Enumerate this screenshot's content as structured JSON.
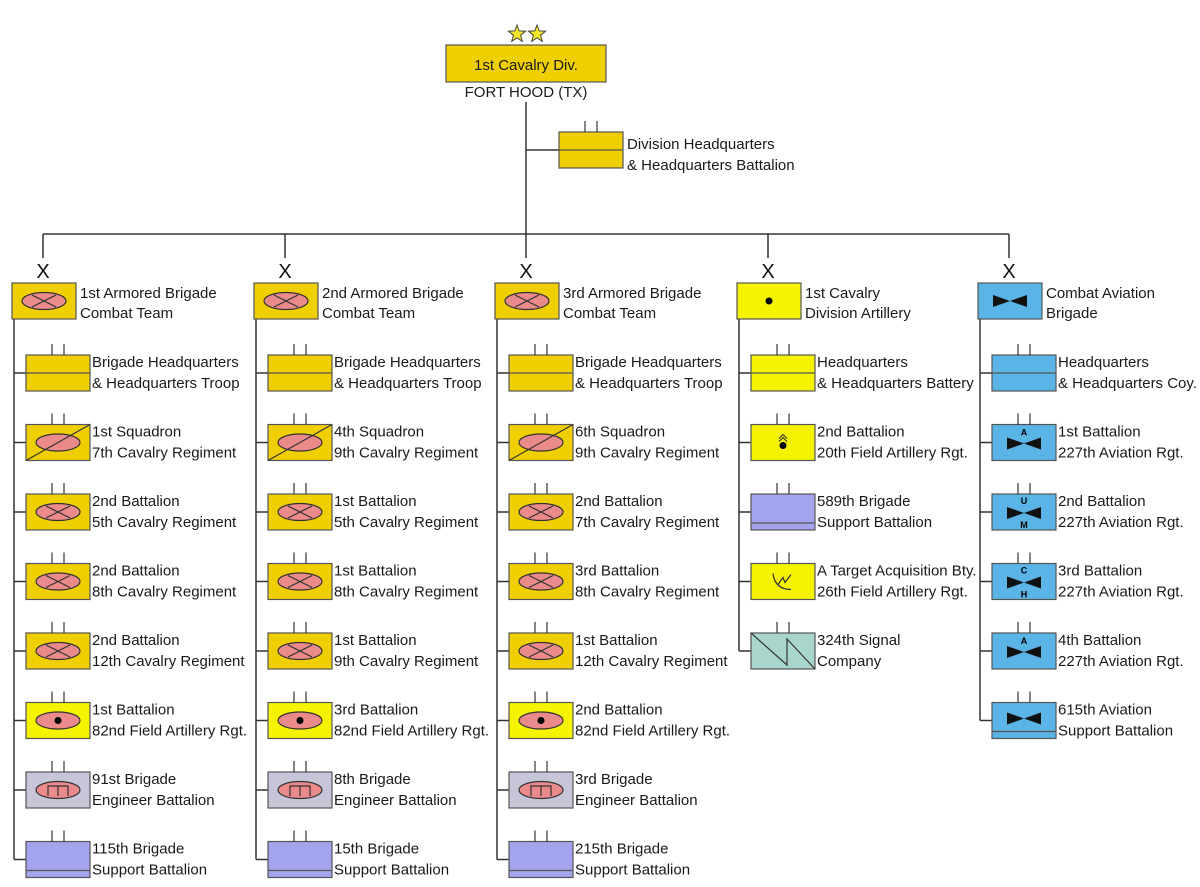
{
  "division": {
    "name": "1st Cavalry Div.",
    "location": "FORT HOOD (TX)",
    "hq": [
      "Division Headquarters",
      "& Headquarters Battalion"
    ]
  },
  "colors": {
    "armor_yellow": "#f0cf00",
    "artillery_yellow": "#f6f300",
    "aviation_blue": "#5ab5e6",
    "engineer_gray": "#c6c6d8",
    "support_purple": "#a4a4ee",
    "signal_teal": "#a8d6cc",
    "oval_red": "#ea8a8a",
    "star_yellow": "#f4e62a"
  },
  "brigades": [
    {
      "echelon": "X",
      "title": [
        "1st Armored Brigade",
        "Combat Team"
      ],
      "units": [
        {
          "label": [
            "Brigade Headquarters",
            "& Headquarters Troop"
          ],
          "symbol": "hq"
        },
        {
          "label": [
            "1st Squadron",
            "7th Cavalry Regiment"
          ],
          "symbol": "cav"
        },
        {
          "label": [
            "2nd Battalion",
            "5th Cavalry Regiment"
          ],
          "symbol": "armor"
        },
        {
          "label": [
            "2nd Battalion",
            "8th Cavalry Regiment"
          ],
          "symbol": "armor"
        },
        {
          "label": [
            "2nd Battalion",
            "12th Cavalry Regiment"
          ],
          "symbol": "armor"
        },
        {
          "label": [
            "1st Battalion",
            "82nd Field Artillery Rgt."
          ],
          "symbol": "fa"
        },
        {
          "label": [
            "91st Brigade",
            "Engineer Battalion"
          ],
          "symbol": "eng"
        },
        {
          "label": [
            "115th Brigade",
            "Support Battalion"
          ],
          "symbol": "sup"
        }
      ]
    },
    {
      "echelon": "X",
      "title": [
        "2nd Armored Brigade",
        "Combat Team"
      ],
      "units": [
        {
          "label": [
            "Brigade Headquarters",
            "& Headquarters Troop"
          ],
          "symbol": "hq"
        },
        {
          "label": [
            "4th Squadron",
            "9th Cavalry Regiment"
          ],
          "symbol": "cav"
        },
        {
          "label": [
            "1st Battalion",
            "5th Cavalry Regiment"
          ],
          "symbol": "armor"
        },
        {
          "label": [
            "1st Battalion",
            "8th Cavalry Regiment"
          ],
          "symbol": "armor"
        },
        {
          "label": [
            "1st Battalion",
            "9th Cavalry Regiment"
          ],
          "symbol": "armor"
        },
        {
          "label": [
            "3rd Battalion",
            "82nd Field Artillery Rgt."
          ],
          "symbol": "fa"
        },
        {
          "label": [
            "8th Brigade",
            "Engineer Battalion"
          ],
          "symbol": "eng"
        },
        {
          "label": [
            "15th Brigade",
            "Support Battalion"
          ],
          "symbol": "sup"
        }
      ]
    },
    {
      "echelon": "X",
      "title": [
        "3rd Armored Brigade",
        "Combat Team"
      ],
      "units": [
        {
          "label": [
            "Brigade Headquarters",
            "& Headquarters Troop"
          ],
          "symbol": "hq"
        },
        {
          "label": [
            "6th Squadron",
            "9th Cavalry Regiment"
          ],
          "symbol": "cav"
        },
        {
          "label": [
            "2nd Battalion",
            "7th Cavalry Regiment"
          ],
          "symbol": "armor"
        },
        {
          "label": [
            "3rd Battalion",
            "8th Cavalry Regiment"
          ],
          "symbol": "armor"
        },
        {
          "label": [
            "1st Battalion",
            "12th Cavalry Regiment"
          ],
          "symbol": "armor"
        },
        {
          "label": [
            "2nd Battalion",
            "82nd Field Artillery Rgt."
          ],
          "symbol": "fa"
        },
        {
          "label": [
            "3rd Brigade",
            "Engineer Battalion"
          ],
          "symbol": "eng"
        },
        {
          "label": [
            "215th Brigade",
            "Support Battalion"
          ],
          "symbol": "sup"
        }
      ]
    },
    {
      "echelon": "X",
      "title": [
        "1st Cavalry",
        "Division Artillery"
      ],
      "units": [
        {
          "label": [
            "Headquarters",
            "& Headquarters Battery"
          ],
          "symbol": "hq_art"
        },
        {
          "label": [
            "2nd Battalion",
            "20th Field Artillery Rgt."
          ],
          "symbol": "rocket"
        },
        {
          "label": [
            "589th Brigade",
            "Support Battalion"
          ],
          "symbol": "sup"
        },
        {
          "label": [
            "A Target Acquisition Bty.",
            "26th Field Artillery Rgt."
          ],
          "symbol": "radar"
        },
        {
          "label": [
            "324th Signal",
            "Company"
          ],
          "symbol": "signal"
        }
      ]
    },
    {
      "echelon": "X",
      "title": [
        "Combat Aviation",
        "Brigade"
      ],
      "units": [
        {
          "label": [
            "Headquarters",
            "& Headquarters Coy."
          ],
          "symbol": "hq_av"
        },
        {
          "label": [
            "1st Battalion",
            "227th Aviation Rgt."
          ],
          "symbol": "av_A"
        },
        {
          "label": [
            "2nd Battalion",
            "227th Aviation Rgt."
          ],
          "symbol": "av_UM"
        },
        {
          "label": [
            "3rd Battalion",
            "227th Aviation Rgt."
          ],
          "symbol": "av_CH"
        },
        {
          "label": [
            "4th Battalion",
            "227th Aviation Rgt."
          ],
          "symbol": "av_A"
        },
        {
          "label": [
            "615th Aviation",
            "Support Battalion"
          ],
          "symbol": "av_sup"
        }
      ]
    }
  ],
  "symbol_marks": {
    "av_A": [
      "A"
    ],
    "av_UM": [
      "U",
      "M"
    ],
    "av_CH": [
      "C",
      "H"
    ],
    "icons": {
      "hq": "headquarters-icon",
      "hq_art": "headquarters-icon",
      "hq_av": "headquarters-icon",
      "cav": "armored-cavalry-icon",
      "armor": "armored-infantry-icon",
      "fa": "self-propelled-artillery-icon",
      "eng": "armored-engineer-icon",
      "sup": "support-icon",
      "rocket": "rocket-artillery-icon",
      "radar": "target-acquisition-icon",
      "signal": "signal-icon",
      "av_A": "attack-aviation-icon",
      "av_UM": "uav-aviation-icon",
      "av_CH": "assault-aviation-icon",
      "av_sup": "aviation-support-icon"
    }
  }
}
